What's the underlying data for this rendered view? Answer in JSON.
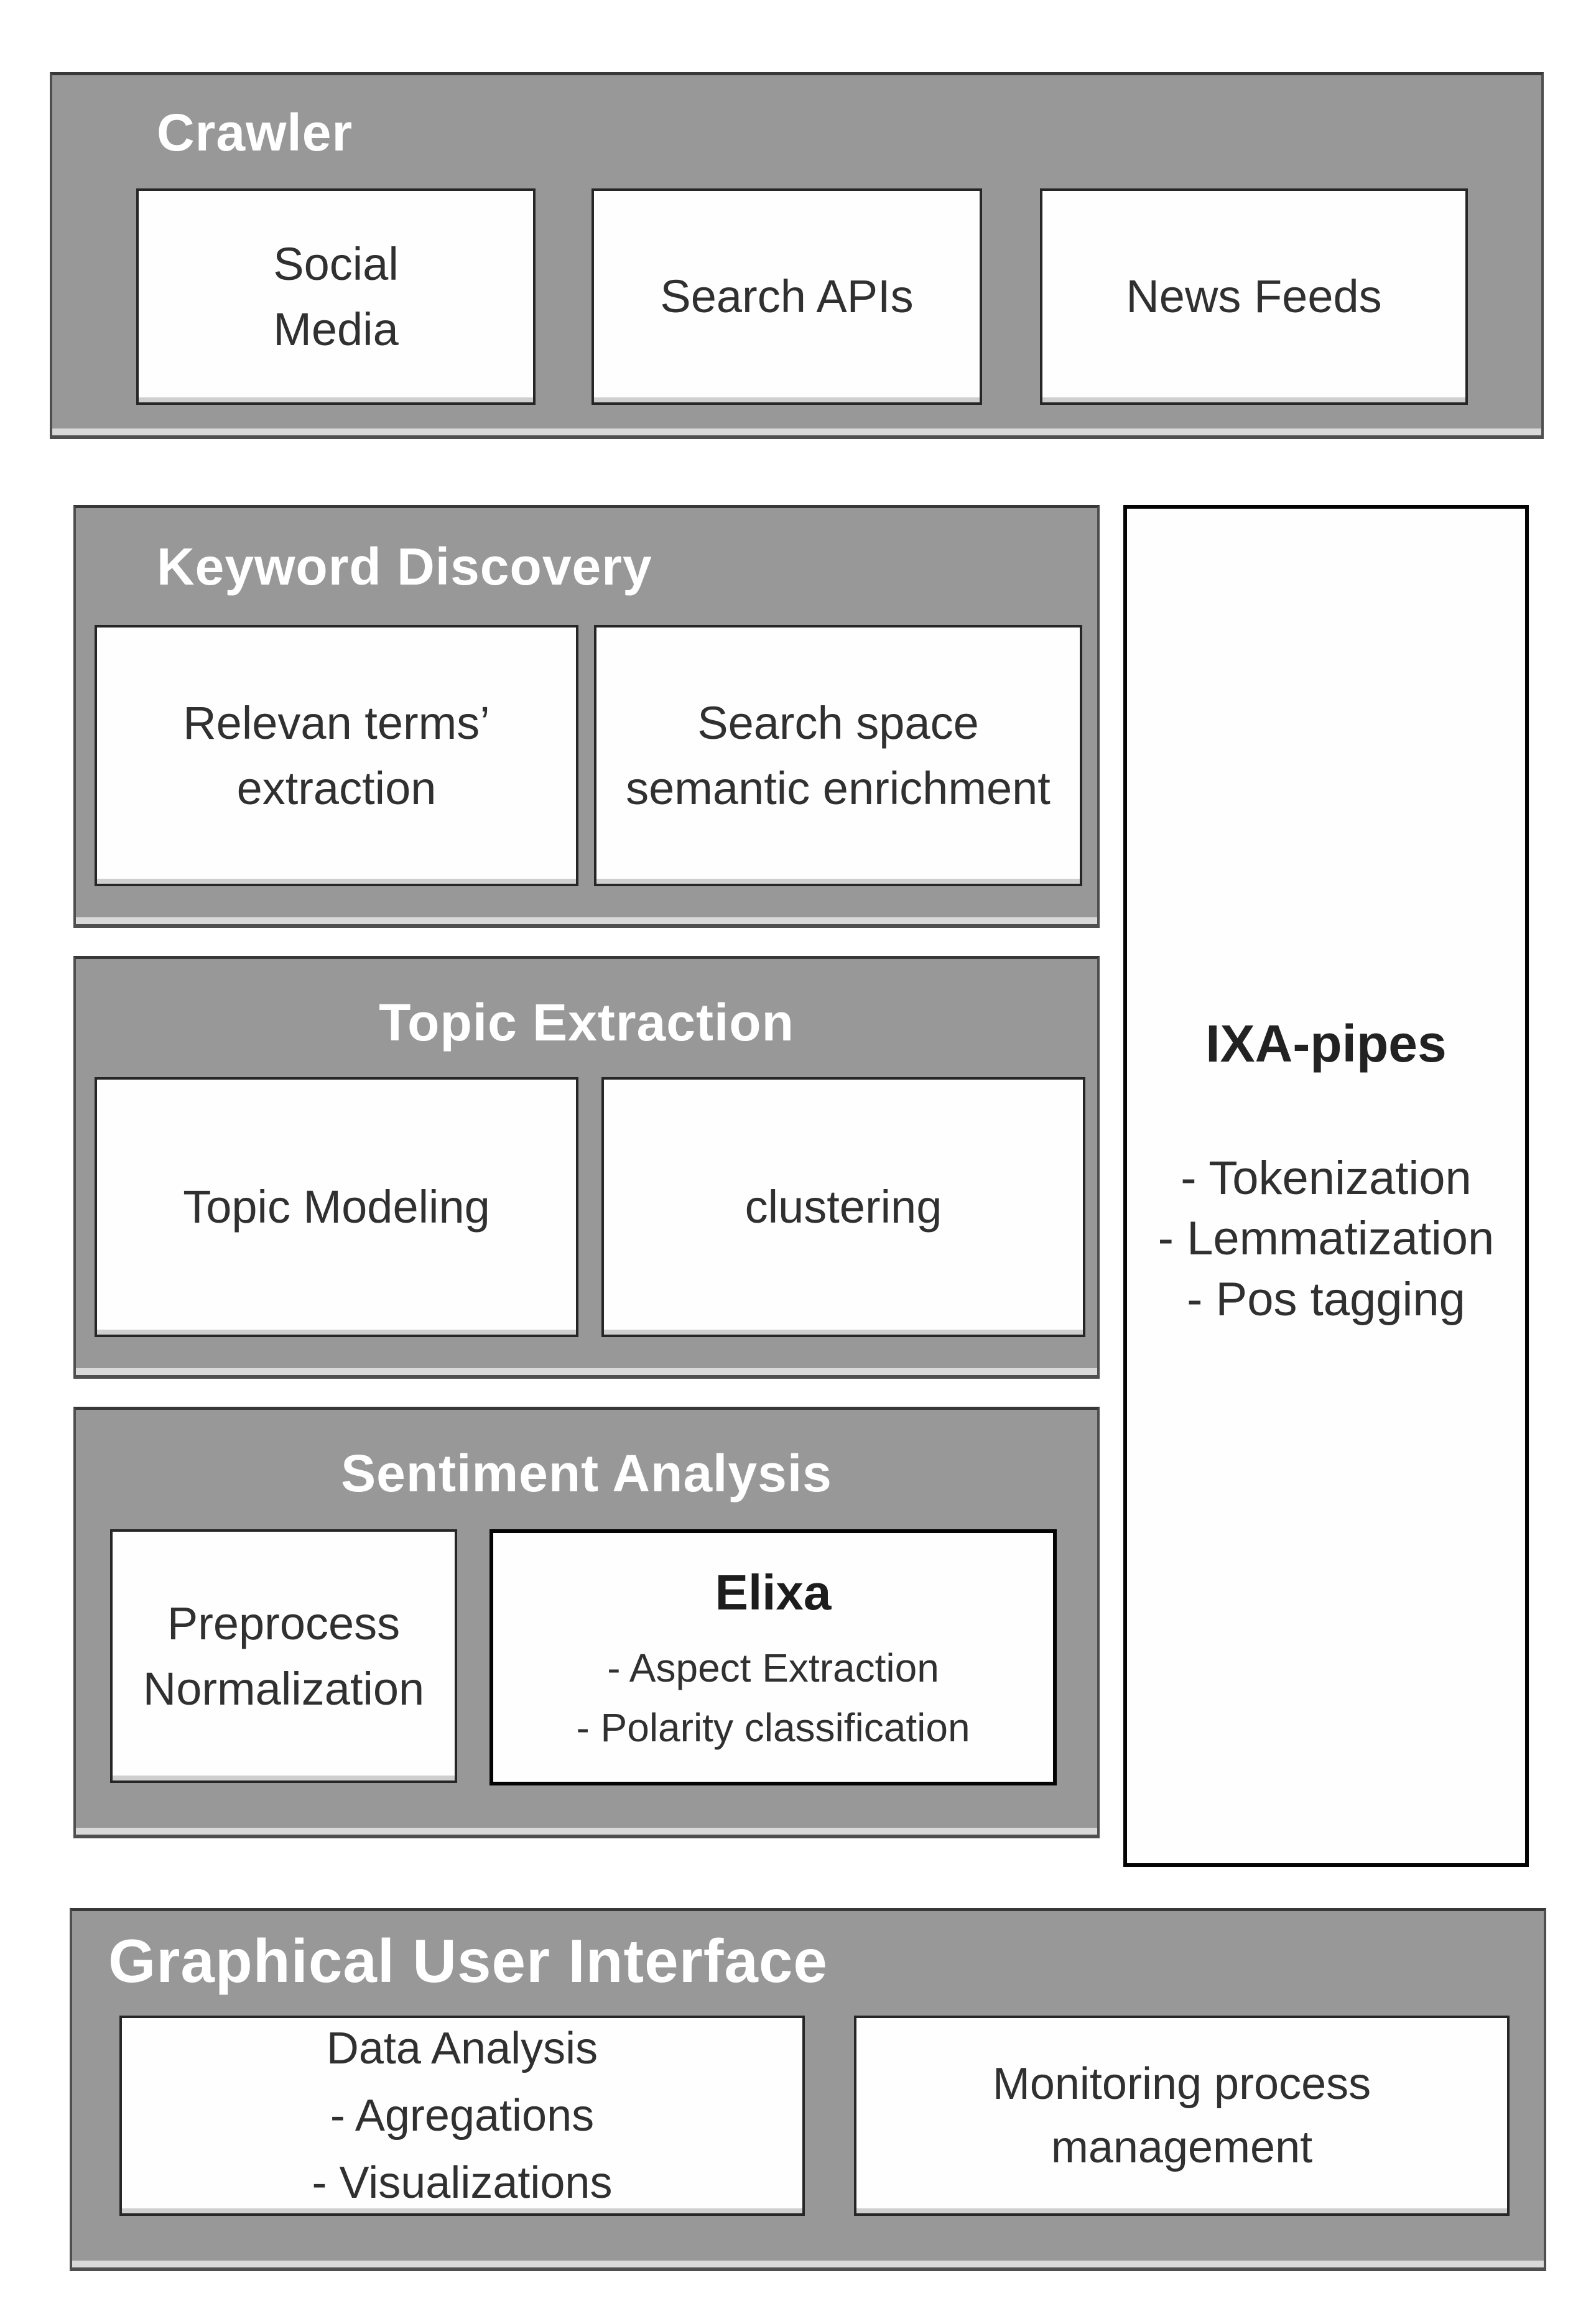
{
  "palette": {
    "page_bg": "#ffffff",
    "section_bg": "#989898",
    "section_border": "#4f4f4f",
    "section_border_top": "#383838",
    "section_bottom_strip": "#d9d9d9",
    "box_bg": "#fefefe",
    "box_border": "#262626",
    "box_bottom_strip": "#cfcfcf",
    "strong_border": "#040404",
    "title_color": "#ffffff",
    "text_color": "#303030"
  },
  "crawler": {
    "title": "Crawler",
    "boxes": [
      "Social\nMedia",
      "Search APIs",
      "News Feeds"
    ]
  },
  "keyword_discovery": {
    "title": "Keyword Discovery",
    "boxes": [
      "Relevan terms’\nextraction",
      "Search space\nsemantic enrichment"
    ]
  },
  "topic_extraction": {
    "title": "Topic Extraction",
    "boxes": [
      "Topic Modeling",
      "clustering"
    ]
  },
  "sentiment_analysis": {
    "title": "Sentiment Analysis",
    "preprocess_box": "Preprocess\nNormalization",
    "elixa": {
      "title": "Elixa",
      "items": [
        "- Aspect Extraction",
        "- Polarity classification"
      ]
    }
  },
  "ixa_pipes": {
    "title": "IXA-pipes",
    "items": [
      "- Tokenization",
      "- Lemmatization",
      "- Pos tagging"
    ]
  },
  "gui": {
    "title": "Graphical User Interface",
    "boxes": [
      "Data Analysis\n- Agregations\n- Visualizations",
      "Monitoring process\nmanagement"
    ]
  }
}
